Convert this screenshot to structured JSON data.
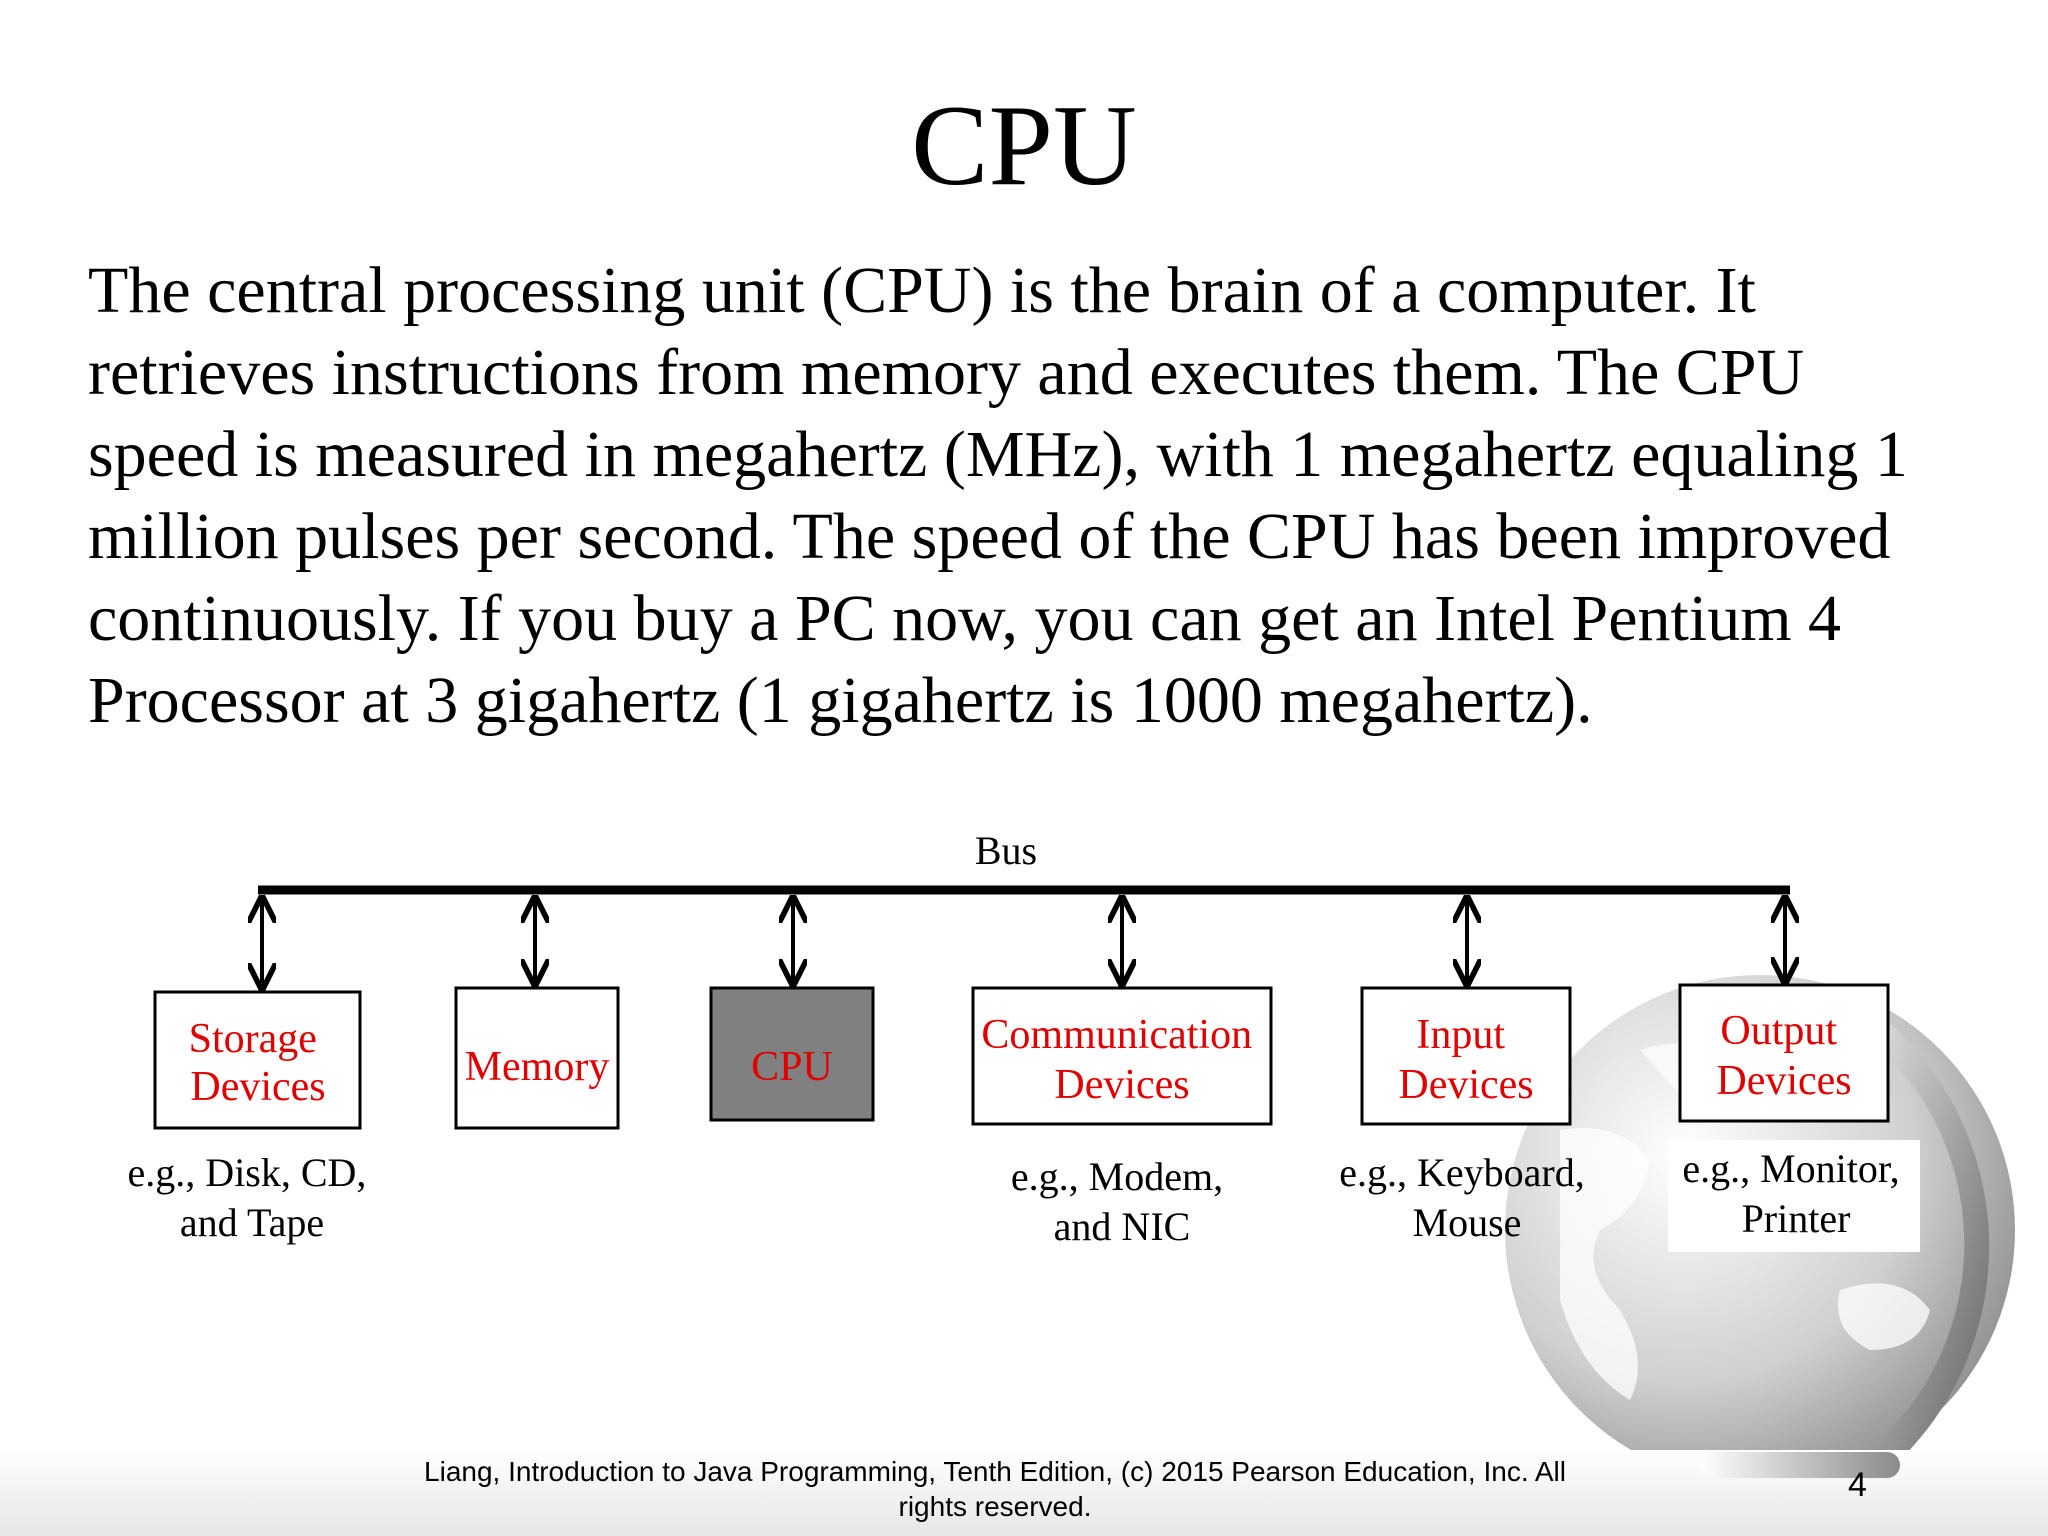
{
  "slide": {
    "title": "CPU",
    "paragraph_lines": [
      "The central processing unit (CPU) is the brain of a computer. It",
      "retrieves instructions from memory and executes them. The CPU",
      "speed is measured in megahertz (MHz), with 1 megahertz equaling 1",
      "million pulses per second. The speed of the CPU has been improved",
      "continuously. If you buy a PC now, you can get an Intel Pentium 4",
      "Processor at 3 gigahertz (1 gigahertz is 1000 megahertz)."
    ]
  },
  "diagram": {
    "bus_label": "Bus",
    "components": [
      {
        "name": "storage-devices",
        "label_lines": [
          "Storage",
          "Devices"
        ],
        "example_lines": [
          "e.g., Disk, CD,",
          "and Tape"
        ]
      },
      {
        "name": "memory",
        "label_lines": [
          "Memory"
        ],
        "example_lines": []
      },
      {
        "name": "cpu",
        "label_lines": [
          "CPU"
        ],
        "example_lines": [],
        "highlighted": true
      },
      {
        "name": "communication-devices",
        "label_lines": [
          "Communication",
          "Devices"
        ],
        "example_lines": [
          "e.g., Modem,",
          "and NIC"
        ]
      },
      {
        "name": "input-devices",
        "label_lines": [
          "Input",
          "Devices"
        ],
        "example_lines": [
          "e.g., Keyboard,",
          "Mouse"
        ]
      },
      {
        "name": "output-devices",
        "label_lines": [
          "Output",
          "Devices"
        ],
        "example_lines": [
          "e.g., Monitor,",
          "Printer"
        ]
      }
    ],
    "colors": {
      "label_text": "#e00000",
      "cpu_fill": "#808080",
      "box_fill": "#ffffff",
      "line": "#000000"
    }
  },
  "footer": {
    "text_lines": [
      "Liang, Introduction to Java Programming, Tenth Edition, (c) 2015 Pearson Education, Inc. All",
      "rights reserved."
    ],
    "page_number": "4"
  }
}
